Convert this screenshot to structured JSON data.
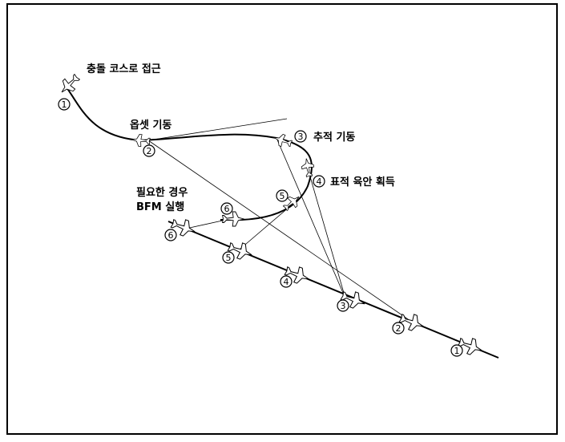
{
  "labels": {
    "approach": "충돌 코스로 접근",
    "offset": "옵셋 기동",
    "pursuit": "추적 기동",
    "acquire": "표적 육안 획득",
    "bfm_line1": "필요한 경우",
    "bfm_line2": "BFM 실행"
  },
  "markers": {
    "fighter": [
      "1",
      "2",
      "3",
      "4",
      "5",
      "6"
    ],
    "target": [
      "1",
      "2",
      "3",
      "4",
      "5",
      "6"
    ]
  },
  "icons": {
    "aircraft": "jet-aircraft-icon",
    "step_marker": "circled-number-icon"
  },
  "colors": {
    "line": "#000000",
    "background": "#ffffff"
  }
}
